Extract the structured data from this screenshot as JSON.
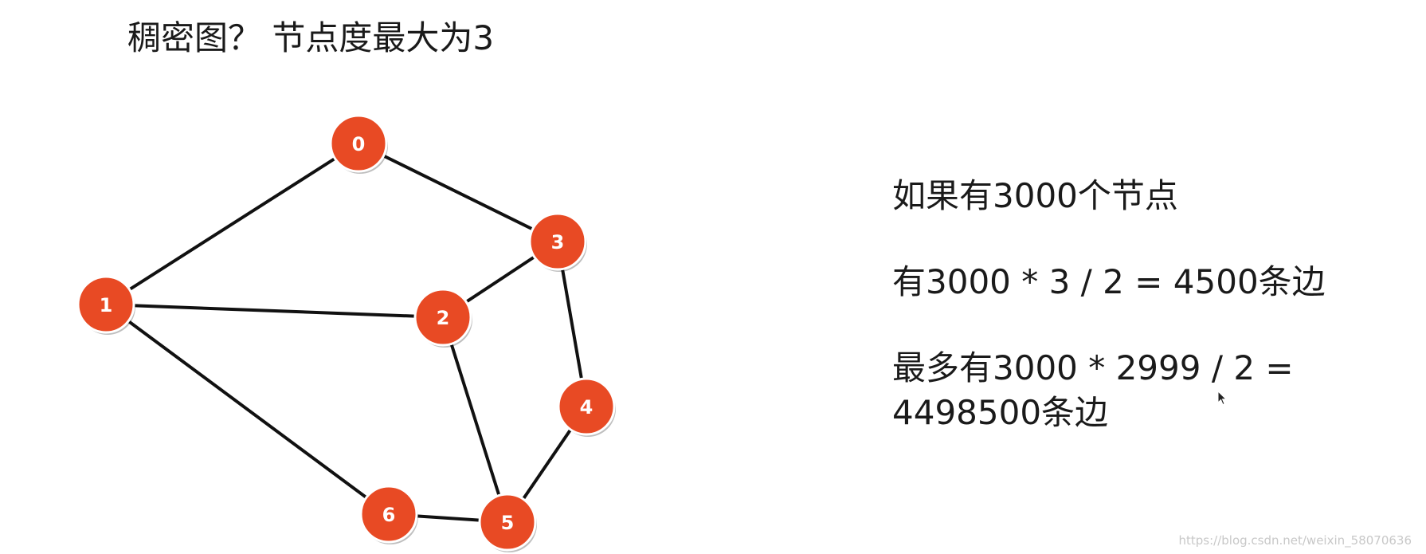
{
  "title": "稠密图？  节点度最大为3",
  "graph": {
    "nodes": [
      {
        "id": "0",
        "label": "0"
      },
      {
        "id": "1",
        "label": "1"
      },
      {
        "id": "2",
        "label": "2"
      },
      {
        "id": "3",
        "label": "3"
      },
      {
        "id": "4",
        "label": "4"
      },
      {
        "id": "5",
        "label": "5"
      },
      {
        "id": "6",
        "label": "6"
      }
    ],
    "edges": [
      [
        "0",
        "1"
      ],
      [
        "0",
        "3"
      ],
      [
        "1",
        "2"
      ],
      [
        "1",
        "6"
      ],
      [
        "2",
        "3"
      ],
      [
        "2",
        "5"
      ],
      [
        "3",
        "4"
      ],
      [
        "4",
        "5"
      ],
      [
        "5",
        "6"
      ]
    ],
    "node_color": "#e84a24",
    "node_stroke": "#ffffff",
    "edge_color": "#111111"
  },
  "notes": {
    "line1": "如果有3000个节点",
    "line2": "有3000 * 3 / 2 = 4500条边",
    "line3a": "最多有3000 * 2999 / 2 =",
    "line3b": "4498500条边"
  },
  "watermark": "https://blog.csdn.net/weixin_58070636"
}
